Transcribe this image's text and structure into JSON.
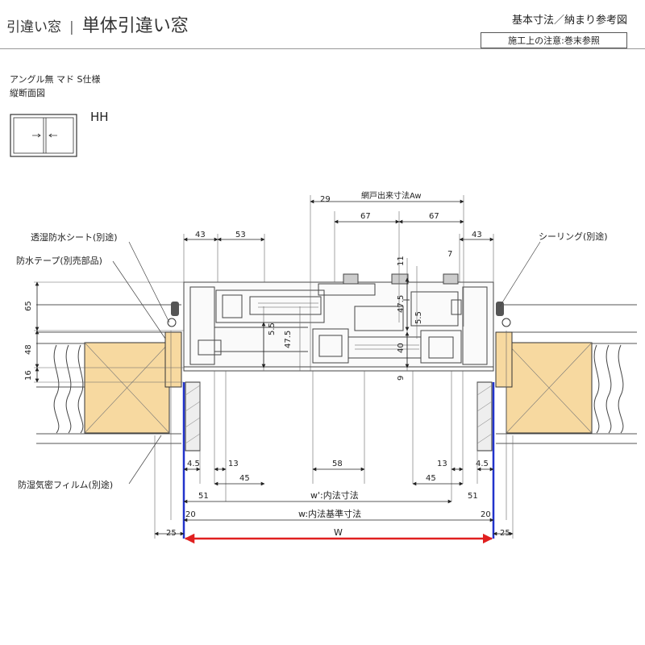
{
  "header": {
    "category": "引違い窓",
    "title": "単体引違い窓",
    "doc_type": "基本寸法／納まり参考図",
    "note": "施工上の注意:巻末参照"
  },
  "spec": {
    "line1": "アングル無 マド S仕様",
    "line2": "縦断面図",
    "model": "HH"
  },
  "callouts": {
    "moisture_sheet": "透湿防水シート(別途)",
    "waterproof_tape": "防水テープ(別売部品)",
    "sealing": "シーリング(別途)",
    "vapor_film": "防湿気密フィルム(別途)"
  },
  "dims": {
    "screen_aw": "網戸出来寸法Aw",
    "d29": "29",
    "d67_left": "67",
    "d67_right": "67",
    "d43_left": "43",
    "d53": "53",
    "d43_right": "43",
    "d11": "11",
    "d7": "7",
    "d65": "65",
    "d48": "48",
    "d16": "16",
    "d5_5_left": "5.5",
    "d47_5_left": "47.5",
    "d47_5_right": "47.5",
    "d5_5_right": "5.5",
    "d40": "40",
    "d9": "9",
    "d4_5_left": "4.5",
    "d13_left": "13",
    "d58": "58",
    "d13_right": "13",
    "d4_5_right": "4.5",
    "d45_left": "45",
    "d45_right": "45",
    "d51_left": "51",
    "d51_right": "51",
    "inner_w_prime": "w':内法寸法",
    "d20_left": "20",
    "d20_right": "20",
    "inner_w": "w:内法基準寸法",
    "d25_left": "25",
    "d25_right": "25",
    "overall_w": "W"
  },
  "colors": {
    "wood": "#f7d9a0",
    "w_arrow": "#e02020",
    "blue_edge": "#2233cc",
    "frame_line": "#444444"
  }
}
